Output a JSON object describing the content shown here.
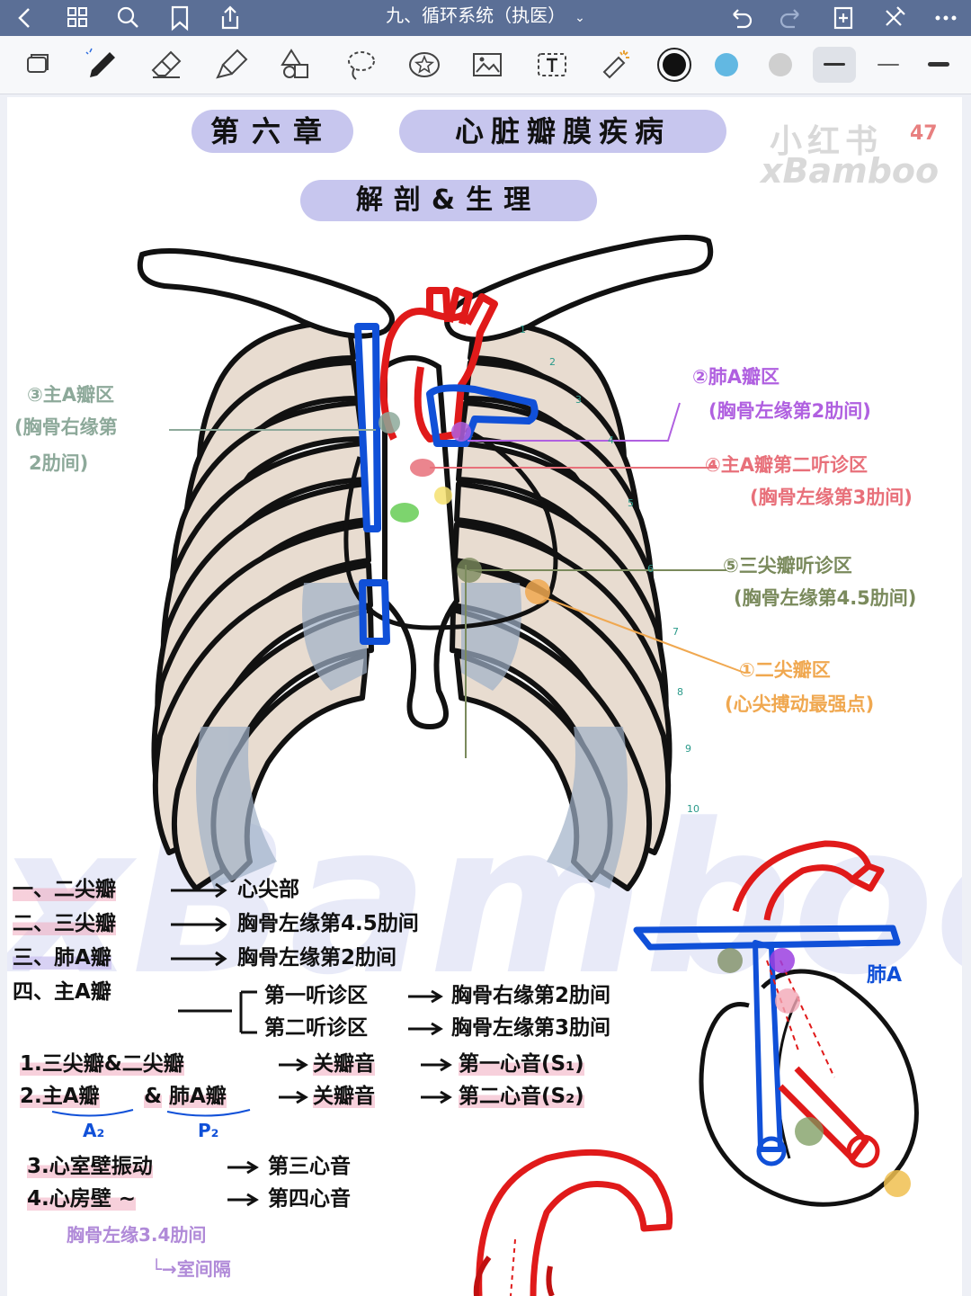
{
  "navbar": {
    "title": "九、循环系统（执医）",
    "icons": [
      "back-icon",
      "grid-icon",
      "search-icon",
      "bookmark-icon",
      "share-icon",
      "undo-icon",
      "redo-icon",
      "add-page-icon",
      "close-tools-icon",
      "more-icon"
    ]
  },
  "toolbar": {
    "tools": [
      "read-only-icon",
      "pen-icon",
      "eraser-icon",
      "highlighter-icon",
      "shapes-icon",
      "lasso-icon",
      "sticker-icon",
      "image-icon",
      "text-icon",
      "laser-pointer-icon"
    ],
    "selected_tool": "pen",
    "colors": [
      "#111111",
      "#62b8e2",
      "#cfcfcf"
    ],
    "selected_color": "#111111",
    "thickness_selected": 0
  },
  "note": {
    "title_left": "第六章",
    "title_right": "心脏瓣膜疾病",
    "subtitle": "解剖&生理",
    "watermark_line1": "小红书",
    "watermark_page": "47",
    "watermark_line2": "xBamboo",
    "watermark_big": "xBamboo",
    "labels": {
      "aortic1_title": "③主A瓣区",
      "aortic1_detail_1": "(胸骨右缘第",
      "aortic1_detail_2": "2肋间)",
      "pulmonary_title": "②肺A瓣区",
      "pulmonary_detail": "(胸骨左缘第2肋间)",
      "aortic2_title": "④主A瓣第二听诊区",
      "aortic2_detail": "(胸骨左缘第3肋间)",
      "tricuspid_title": "⑤三尖瓣听诊区",
      "tricuspid_detail": "(胸骨左缘第4.5肋间)",
      "mitral_title": "①二尖瓣区",
      "mitral_detail": "(心尖搏动最强点)"
    },
    "rib_numbers": [
      "1",
      "2",
      "3",
      "4",
      "5",
      "6",
      "7",
      "8",
      "9",
      "10"
    ],
    "list": {
      "item1_a": "一、二尖瓣",
      "item1_b": "心尖部",
      "item2_a": "二、三尖瓣",
      "item2_b": "胸骨左缘第4.5肋间",
      "item3_a": "三、肺A瓣",
      "item3_b": "胸骨左缘第2肋间",
      "item4_a": "四、主A瓣",
      "item4_b1": "第一听诊区",
      "item4_c1": "胸骨右缘第2肋间",
      "item4_b2": "第二听诊区",
      "item4_c2": "胸骨左缘第3肋间"
    },
    "sounds": {
      "s1_a": "1.三尖瓣&二尖瓣",
      "s1_b": "关瓣音",
      "s1_c": "第一心音(S₁)",
      "s2_a1": "2.主A瓣",
      "s2_amp": "&",
      "s2_a2": "肺A瓣",
      "s2_b": "关瓣音",
      "s2_c": "第二心音(S₂)",
      "a2": "A₂",
      "p2": "P₂",
      "s3_a": "3.心室壁振动",
      "s3_b": "第三心音",
      "s4_a": "4.心房壁 ~",
      "s4_b": "第四心音",
      "note_1": "胸骨左缘3.4肋间",
      "note_2": "└→室间隔"
    },
    "heart_label": "肺A",
    "colors": {
      "title_pill": "#c7c6ee",
      "aortic_label": "#8da99a",
      "pulmonary_label": "#b060e0",
      "aortic2_label": "#e8707a",
      "tricuspid_label": "#7a8a5c",
      "mitral_label": "#f0a850",
      "vessel_blue": "#1050d8",
      "vessel_red": "#e01a1a"
    }
  }
}
